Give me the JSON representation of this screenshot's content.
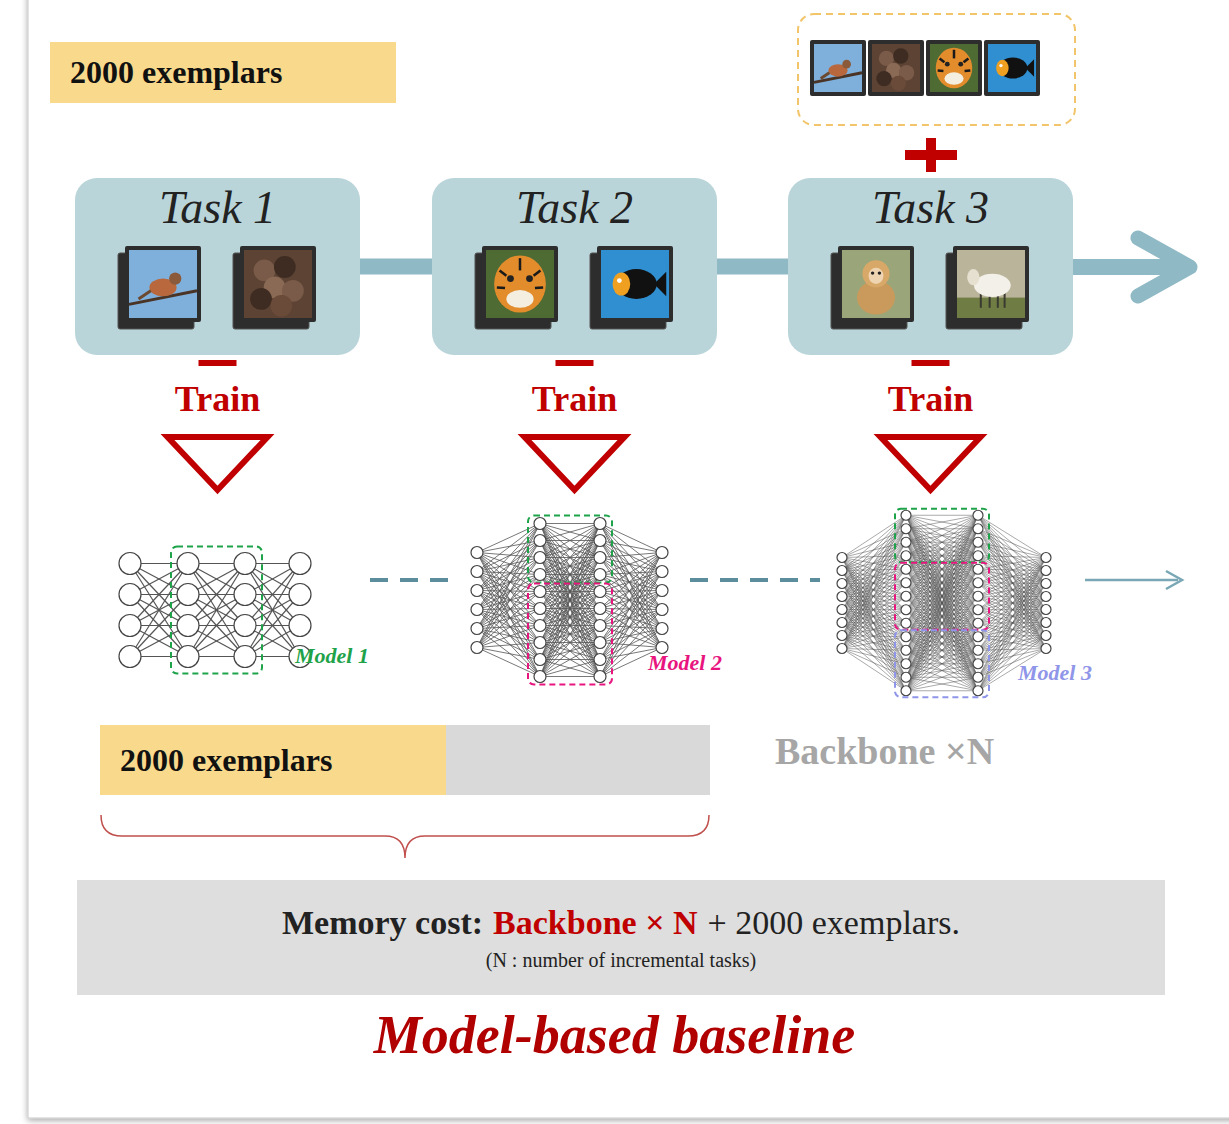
{
  "diagram": {
    "caption": "Model-based baseline",
    "nodes": [
      {
        "text": [
          "2000 exemplars"
        ]
      },
      {
        "text": [
          "Task 1"
        ]
      },
      {
        "text": [
          "Task 2"
        ]
      },
      {
        "text": [
          "Task 3"
        ]
      },
      {
        "text": [
          "Model 1"
        ]
      },
      {
        "text": [
          "Model 2"
        ]
      },
      {
        "text": [
          "Model 3"
        ]
      },
      {
        "text": [
          "2000 exemplars"
        ]
      },
      {
        "text": [
          "Memory cost:",
          "Backbone × N",
          "+ 2000 exemplars.",
          "(N : number of incremental tasks)"
        ]
      }
    ],
    "edges": [
      {
        "from": 1,
        "to": 2,
        "arrow": "none"
      },
      {
        "from": 2,
        "to": 3,
        "arrow": "none"
      },
      {
        "from": 1,
        "to": 4,
        "label": "Train",
        "arrow": "to"
      },
      {
        "from": 2,
        "to": 5,
        "label": "Train",
        "arrow": "to"
      },
      {
        "from": 3,
        "to": 6,
        "label": "Train",
        "arrow": "to"
      },
      {
        "from": 4,
        "to": 5,
        "arrow": "none"
      },
      {
        "from": 5,
        "to": 6,
        "arrow": "none"
      }
    ],
    "labels": [
      "Backbone ×N"
    ]
  }
}
